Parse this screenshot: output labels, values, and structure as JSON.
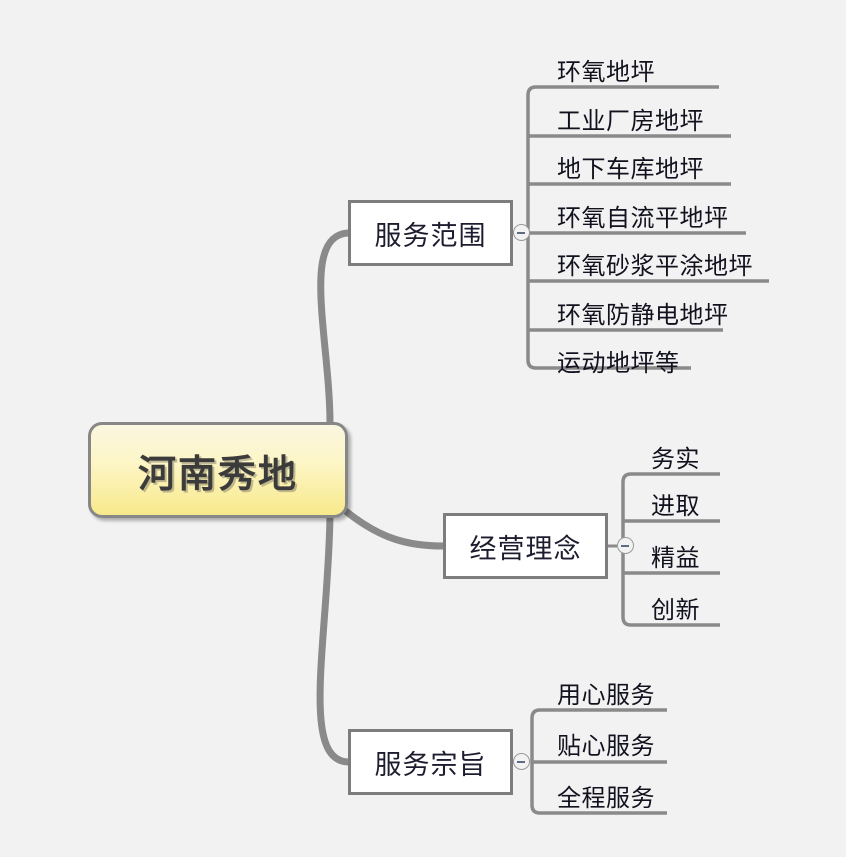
{
  "diagram": {
    "type": "mind-map",
    "title": "河南秀地",
    "background_color": "#f2f2f2",
    "root": {
      "label": "河南秀地",
      "fill_top": "#fbf7e0",
      "fill_bottom": "#f8e98b",
      "border_color": "#878787"
    },
    "branches": [
      {
        "id": "service-scope",
        "label": "服务范围",
        "collapse_icon": "minus-circle-icon",
        "leaves": [
          "环氧地坪",
          "工业厂房地坪",
          "地下车库地坪",
          "环氧自流平地坪",
          "环氧砂浆平涂地坪",
          "环氧防静电地坪",
          "运动地坪等"
        ]
      },
      {
        "id": "business-philosophy",
        "label": "经营理念",
        "collapse_icon": "minus-circle-icon",
        "leaves": [
          "务实",
          "进取",
          "精益",
          "创新"
        ]
      },
      {
        "id": "service-purpose",
        "label": "服务宗旨",
        "collapse_icon": "minus-circle-icon",
        "leaves": [
          "用心服务",
          "贴心服务",
          "全程服务"
        ]
      }
    ]
  }
}
